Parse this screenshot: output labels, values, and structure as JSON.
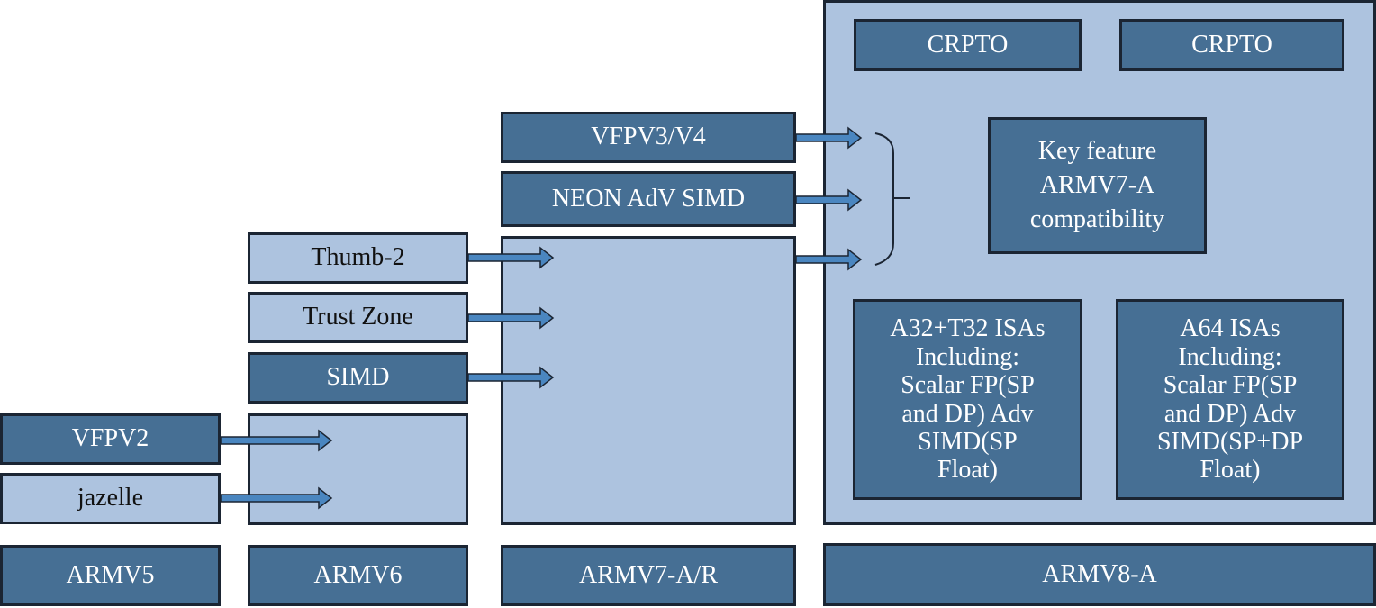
{
  "colors": {
    "dark_fill": "#466f94",
    "light_fill": "#adc3df",
    "border": "#1b2533",
    "arrow": "#4a86c0"
  },
  "versions": {
    "armv5": "ARMV5",
    "armv6": "ARMV6",
    "armv7": "ARMV7-A/R",
    "armv8": "ARMV8-A"
  },
  "armv5_features": {
    "vfpv2": "VFPV2",
    "jazelle": "jazelle"
  },
  "armv6_features": {
    "thumb2": "Thumb-2",
    "trustzone": "Trust Zone",
    "simd": "SIMD"
  },
  "armv7_features": {
    "vfpv3": "VFPV3/V4",
    "neon": "NEON AdV SIMD"
  },
  "armv8_features": {
    "crypto_1": "CRPTO",
    "crypto_2": "CRPTO",
    "key_feature": "Key feature\nARMV7-A\ncompatibility",
    "a32_t32": "A32+T32 ISAs\nIncluding:\nScalar FP(SP\nand DP) Adv\nSIMD(SP\nFloat)",
    "a64": "A64 ISAs\nIncluding:\nScalar FP(SP\nand DP) Adv\nSIMD(SP+DP\nFloat)"
  }
}
